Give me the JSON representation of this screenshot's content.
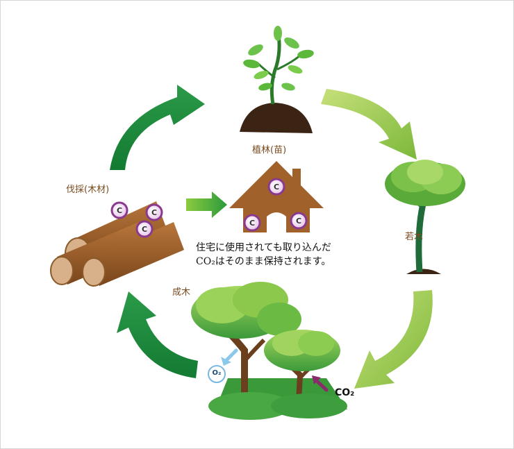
{
  "stages": {
    "planting": "植林(苗)",
    "young_tree": "若木",
    "mature_tree": "成木",
    "felling": "伐採(木材)"
  },
  "caption": {
    "line1": "住宅に使用されても取り込んだ",
    "line2": "CO₂はそのまま保持されます。"
  },
  "gases": {
    "co2": "CO₂",
    "o2": "O₂"
  },
  "carbon_symbol": "C",
  "colors": {
    "dark_green": "#1e8a3c",
    "light_green": "#9cc83a",
    "wood": "#a0622a",
    "soil": "#3b2414",
    "carbon_ring": "#8a3a8e"
  }
}
